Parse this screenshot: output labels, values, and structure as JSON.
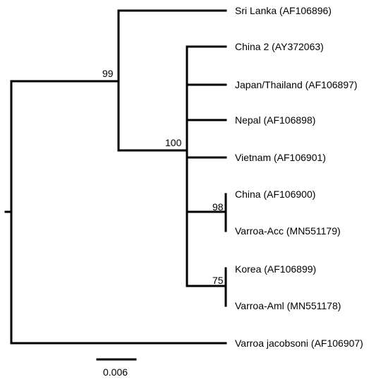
{
  "figure": {
    "tips": [
      {
        "id": "sri_lanka",
        "label": "Sri Lanka (AF106896)"
      },
      {
        "id": "china2",
        "label": "China 2 (AY372063)"
      },
      {
        "id": "japan_thailand",
        "label": "Japan/Thailand (AF106897)"
      },
      {
        "id": "nepal",
        "label": "Nepal (AF106898)"
      },
      {
        "id": "vietnam",
        "label": "Vietnam (AF106901)"
      },
      {
        "id": "china",
        "label": "China (AF106900)"
      },
      {
        "id": "varroa_acc",
        "label": "Varroa-Acc (MN551179)"
      },
      {
        "id": "korea",
        "label": "Korea (AF106899)"
      },
      {
        "id": "varroa_aml",
        "label": "Varroa-Aml (MN551178)"
      },
      {
        "id": "varroa_jacobsoni",
        "label": "Varroa jacobsoni (AF106907)"
      }
    ],
    "bootstrap": {
      "node_99": "99",
      "node_100": "100",
      "node_98": "98",
      "node_75": "75"
    },
    "scale_bar": {
      "label": "0.006"
    },
    "colors": {
      "line": "#000000",
      "background": "#ffffff"
    }
  }
}
